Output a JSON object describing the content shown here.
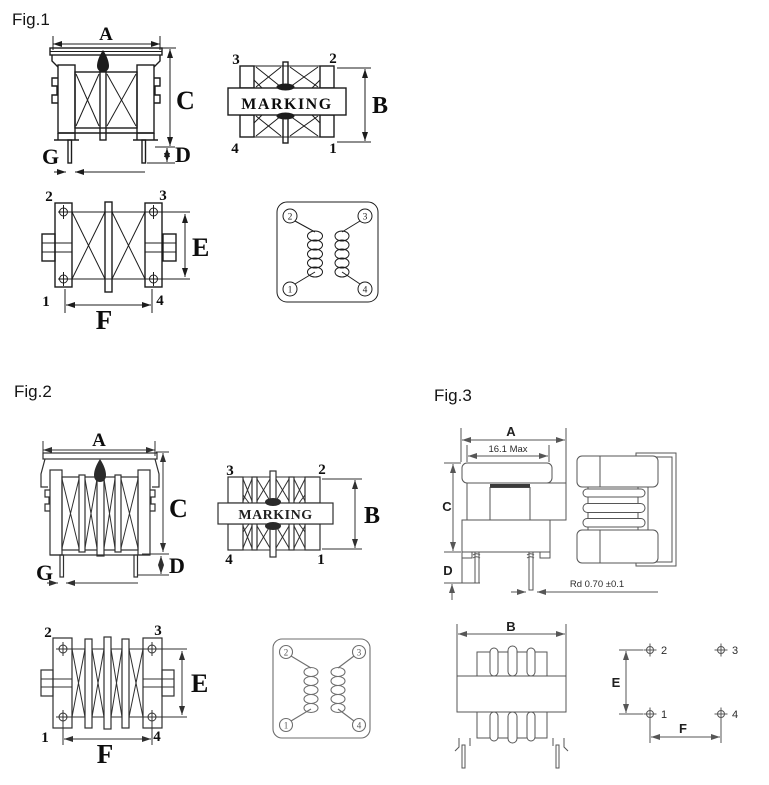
{
  "fig1": {
    "label": "Fig.1",
    "front": {
      "a": "A",
      "c": "C",
      "d": "D",
      "g": "G"
    },
    "top": {
      "marking": "MARKING",
      "b": "B",
      "pin_tl": "3",
      "pin_tr": "2",
      "pin_bl": "4",
      "pin_br": "1"
    },
    "bottom": {
      "e": "E",
      "f": "F",
      "pin_tl": "2",
      "pin_tr": "3",
      "pin_bl": "1",
      "pin_br": "4"
    },
    "schematic": {
      "pin_tl": "2",
      "pin_tr": "3",
      "pin_bl": "1",
      "pin_br": "4"
    }
  },
  "fig2": {
    "label": "Fig.2",
    "front": {
      "a": "A",
      "c": "C",
      "d": "D",
      "g": "G"
    },
    "top": {
      "marking": "MARKING",
      "b": "B",
      "pin_tl": "3",
      "pin_tr": "2",
      "pin_bl": "4",
      "pin_br": "1"
    },
    "bottom": {
      "e": "E",
      "f": "F",
      "pin_tl": "2",
      "pin_tr": "3",
      "pin_bl": "1",
      "pin_br": "4"
    },
    "schematic": {
      "pin_tl": "2",
      "pin_tr": "3",
      "pin_bl": "1",
      "pin_br": "4"
    }
  },
  "fig3": {
    "label": "Fig.3",
    "front": {
      "a": "A",
      "a_max": "16.1 Max",
      "c": "C",
      "d": "D",
      "pin_dia": "Rd 0.70 ±0.1"
    },
    "bottom": {
      "b": "B"
    },
    "pads": {
      "e": "E",
      "f": "F",
      "pin_tl": "2",
      "pin_tr": "3",
      "pin_bl": "1",
      "pin_br": "4"
    }
  }
}
